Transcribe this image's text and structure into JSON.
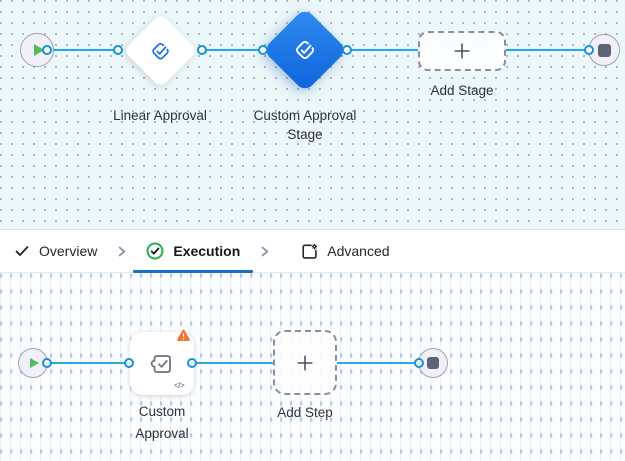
{
  "stage_canvas": {
    "nodes": {
      "linear_approval": {
        "label": "Linear Approval"
      },
      "custom_approval_stage": {
        "label": "Custom Approval Stage",
        "selected": true
      },
      "add_stage": {
        "label": "Add Stage"
      }
    },
    "icons": [
      "play-icon",
      "approval-check-icon",
      "plus-icon",
      "stop-icon"
    ]
  },
  "tab_bar": {
    "tabs": [
      {
        "label": "Overview",
        "icon": "check-icon",
        "active": false
      },
      {
        "label": "Execution",
        "icon": "check-circle-icon",
        "active": true
      },
      {
        "label": "Advanced",
        "icon": "page-gear-icon",
        "active": false
      }
    ]
  },
  "step_canvas": {
    "nodes": {
      "custom_approval": {
        "label": "Custom Approval",
        "warning": true,
        "code_badge": "</>"
      },
      "add_step": {
        "label": "Add Step"
      }
    },
    "icons": [
      "play-icon",
      "task-check-icon",
      "warning-icon",
      "code-icon",
      "plus-icon",
      "stop-icon"
    ]
  },
  "colors": {
    "connector": "#2aa7e6",
    "port_border": "#1592d8",
    "selected_node_gradient_start": "#2f8cf0",
    "selected_node_gradient_end": "#0f63dd",
    "warning": "#ef7630",
    "active_tab_underline": "#1a6fc9",
    "execution_icon_green": "#27b04b",
    "canvas_top_bg": "#ecf7fa",
    "canvas_bottom_bg": "#fcfdfe"
  }
}
